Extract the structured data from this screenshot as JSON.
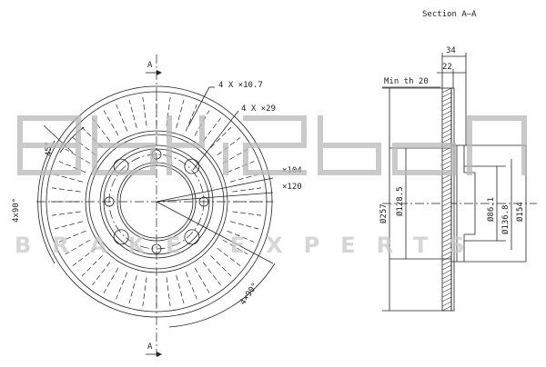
{
  "drawing": {
    "section_title": "Section A–A",
    "section_marker": "A",
    "min_thickness_label": "Min th 20",
    "holes_large": "4 X ×10.7",
    "holes_small": "4 X ×29",
    "pcd_inner": "×104",
    "pcd_outer": "×120",
    "angle_45": "45°",
    "angle_4x90_left": "4x90°",
    "angle_4x90_bottom": "4×90°",
    "thickness_total": "34",
    "thickness_disc": "22",
    "dia_outer": "Ø257",
    "dia_128": "Ø128.5",
    "dia_86": "Ø86.1",
    "dia_136": "Ø136.8",
    "dia_154": "Ø154"
  },
  "watermark": {
    "logo": "akebono",
    "tagline": "BRAKE EXPERTS"
  }
}
